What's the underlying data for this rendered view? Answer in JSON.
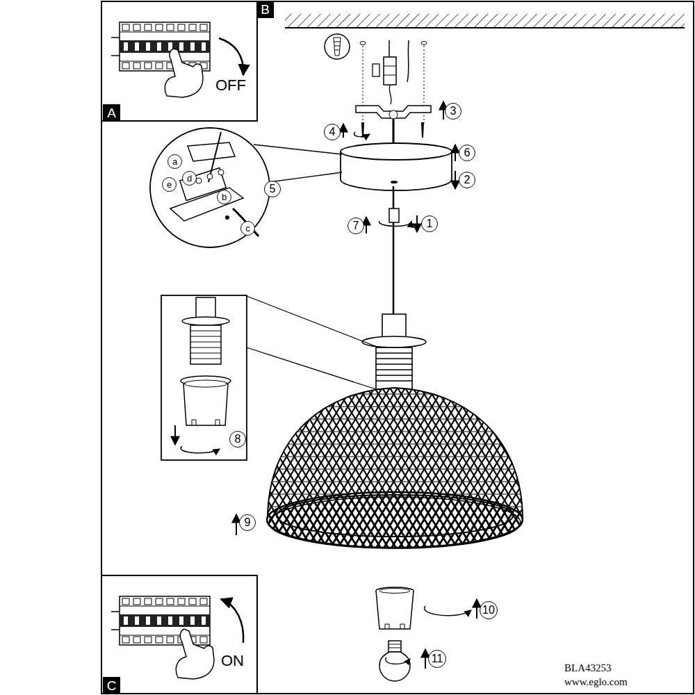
{
  "diagram": {
    "nodes": [
      {
        "text": [
          "A"
        ]
      },
      {
        "text": [
          "B"
        ]
      },
      {
        "text": [
          "3"
        ]
      },
      {
        "text": [
          "4"
        ]
      },
      {
        "text": [
          "6"
        ]
      },
      {
        "text": [
          "a"
        ]
      },
      {
        "text": [
          "e"
        ]
      },
      {
        "text": [
          "d"
        ]
      },
      {
        "text": [
          "2"
        ]
      },
      {
        "text": [
          "5"
        ]
      },
      {
        "text": [
          "b"
        ]
      },
      {
        "text": [
          "7"
        ]
      },
      {
        "text": [
          "1"
        ]
      },
      {
        "text": [
          "c"
        ]
      },
      {
        "text": [
          "8"
        ]
      },
      {
        "text": [
          "9"
        ]
      },
      {
        "text": [
          "10"
        ]
      },
      {
        "text": [
          "11"
        ]
      },
      {
        "text": [
          "C"
        ]
      }
    ],
    "labels": [
      "OFF",
      "ON",
      "BLA43253",
      "www.eglo.com"
    ]
  }
}
